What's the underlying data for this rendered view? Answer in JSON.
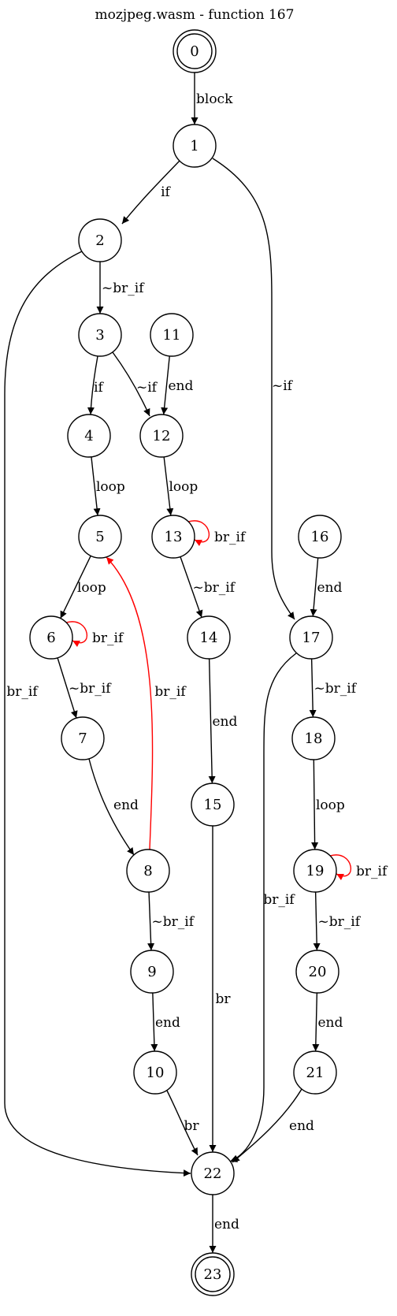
{
  "title": "mozjpeg.wasm - function 167",
  "colors": {
    "normal_edge": "#000000",
    "back_edge": "#ff0000"
  },
  "nodes": [
    {
      "id": "0",
      "label": "0",
      "shape": "doublecircle"
    },
    {
      "id": "1",
      "label": "1",
      "shape": "circle"
    },
    {
      "id": "2",
      "label": "2",
      "shape": "circle"
    },
    {
      "id": "3",
      "label": "3",
      "shape": "circle"
    },
    {
      "id": "4",
      "label": "4",
      "shape": "circle"
    },
    {
      "id": "5",
      "label": "5",
      "shape": "circle"
    },
    {
      "id": "6",
      "label": "6",
      "shape": "circle"
    },
    {
      "id": "7",
      "label": "7",
      "shape": "circle"
    },
    {
      "id": "8",
      "label": "8",
      "shape": "circle"
    },
    {
      "id": "9",
      "label": "9",
      "shape": "circle"
    },
    {
      "id": "10",
      "label": "10",
      "shape": "circle"
    },
    {
      "id": "11",
      "label": "11",
      "shape": "circle"
    },
    {
      "id": "12",
      "label": "12",
      "shape": "circle"
    },
    {
      "id": "13",
      "label": "13",
      "shape": "circle"
    },
    {
      "id": "14",
      "label": "14",
      "shape": "circle"
    },
    {
      "id": "15",
      "label": "15",
      "shape": "circle"
    },
    {
      "id": "16",
      "label": "16",
      "shape": "circle"
    },
    {
      "id": "17",
      "label": "17",
      "shape": "circle"
    },
    {
      "id": "18",
      "label": "18",
      "shape": "circle"
    },
    {
      "id": "19",
      "label": "19",
      "shape": "circle"
    },
    {
      "id": "20",
      "label": "20",
      "shape": "circle"
    },
    {
      "id": "21",
      "label": "21",
      "shape": "circle"
    },
    {
      "id": "22",
      "label": "22",
      "shape": "circle"
    },
    {
      "id": "23",
      "label": "23",
      "shape": "doublecircle"
    }
  ],
  "edges": [
    {
      "from": "0",
      "to": "1",
      "label": "block",
      "back": false
    },
    {
      "from": "1",
      "to": "2",
      "label": "if",
      "back": false
    },
    {
      "from": "1",
      "to": "17",
      "label": "~if",
      "back": false
    },
    {
      "from": "2",
      "to": "3",
      "label": "~br_if",
      "back": false
    },
    {
      "from": "2",
      "to": "22",
      "label": "br_if",
      "back": false
    },
    {
      "from": "3",
      "to": "4",
      "label": "if",
      "back": false
    },
    {
      "from": "3",
      "to": "12",
      "label": "~if",
      "back": false
    },
    {
      "from": "11",
      "to": "12",
      "label": "end",
      "back": false
    },
    {
      "from": "4",
      "to": "5",
      "label": "loop",
      "back": false
    },
    {
      "from": "12",
      "to": "13",
      "label": "loop",
      "back": false
    },
    {
      "from": "13",
      "to": "13",
      "label": "br_if",
      "back": true
    },
    {
      "from": "5",
      "to": "6",
      "label": "loop",
      "back": false
    },
    {
      "from": "13",
      "to": "14",
      "label": "~br_if",
      "back": false
    },
    {
      "from": "16",
      "to": "17",
      "label": "end",
      "back": false
    },
    {
      "from": "6",
      "to": "6",
      "label": "br_if",
      "back": true
    },
    {
      "from": "6",
      "to": "7",
      "label": "~br_if",
      "back": false
    },
    {
      "from": "8",
      "to": "5",
      "label": "br_if",
      "back": true
    },
    {
      "from": "14",
      "to": "15",
      "label": "end",
      "back": false
    },
    {
      "from": "17",
      "to": "18",
      "label": "~br_if",
      "back": false
    },
    {
      "from": "17",
      "to": "22",
      "label": "br_if",
      "back": false
    },
    {
      "from": "7",
      "to": "8",
      "label": "end",
      "back": false
    },
    {
      "from": "18",
      "to": "19",
      "label": "loop",
      "back": false
    },
    {
      "from": "8",
      "to": "9",
      "label": "~br_if",
      "back": false
    },
    {
      "from": "19",
      "to": "19",
      "label": "br_if",
      "back": true
    },
    {
      "from": "19",
      "to": "20",
      "label": "~br_if",
      "back": false
    },
    {
      "from": "15",
      "to": "22",
      "label": "br",
      "back": false
    },
    {
      "from": "9",
      "to": "10",
      "label": "end",
      "back": false
    },
    {
      "from": "20",
      "to": "21",
      "label": "end",
      "back": false
    },
    {
      "from": "10",
      "to": "22",
      "label": "br",
      "back": false
    },
    {
      "from": "21",
      "to": "22",
      "label": "end",
      "back": false
    },
    {
      "from": "22",
      "to": "23",
      "label": "end",
      "back": false
    }
  ]
}
